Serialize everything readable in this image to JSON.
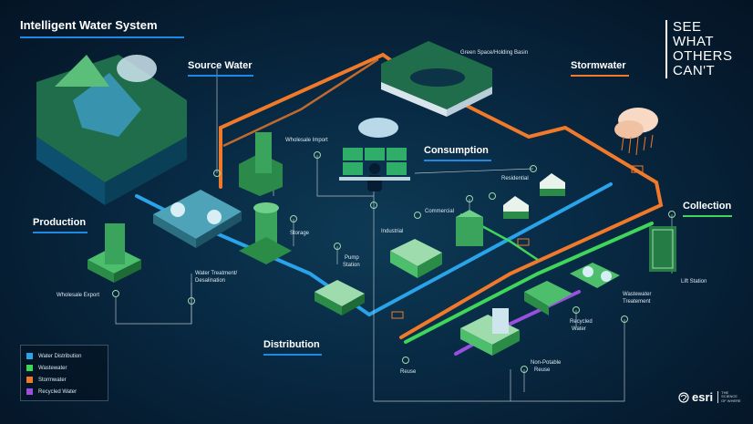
{
  "title": "Intelligent Water System",
  "tagline": [
    "SEE",
    "WHAT",
    "OTHERS",
    "CAN'T"
  ],
  "sections": {
    "source_water": "Source Water",
    "production": "Production",
    "consumption": "Consumption",
    "stormwater": "Stormwater",
    "collection": "Collection",
    "distribution": "Distribution"
  },
  "nodes": {
    "green_space": "Green Space/Holding Basin",
    "wholesale_import": "Wholesale Import",
    "residential": "Residential",
    "commercial": "Commercial",
    "industrial": "Industrial",
    "storage": "Storage",
    "pump_station_1": "Pump",
    "pump_station_2": "Station",
    "water_treatment_1": "Water Treatment/",
    "water_treatment_2": "Desalination",
    "wholesale_export": "Wholesale Export",
    "lift_station": "Lift Station",
    "wastewater_treatment_1": "Wastewater",
    "wastewater_treatment_2": "Treatement",
    "recycled_water_1": "Recycled",
    "recycled_water_2": "Water",
    "non_potable_1": "Non-Potable",
    "non_potable_2": "Reuse",
    "reuse": "Reuse"
  },
  "legend": [
    {
      "label": "Water Distribution",
      "color": "#29a3ea"
    },
    {
      "label": "Wastewater",
      "color": "#3fd65a"
    },
    {
      "label": "Stormwater",
      "color": "#f07a2a"
    },
    {
      "label": "Recycled Water",
      "color": "#9b4fe0"
    }
  ],
  "colors": {
    "title_underline": "#1e88e5",
    "source_water_underline": "#1e88e5",
    "production_underline": "#1e88e5",
    "consumption_underline": "#1e88e5",
    "stormwater_underline": "#f07a2a",
    "collection_underline": "#3fd65a",
    "distribution_underline": "#1e88e5"
  },
  "logo": {
    "name": "esri",
    "tagline": "THE SCIENCE OF WHERE"
  }
}
